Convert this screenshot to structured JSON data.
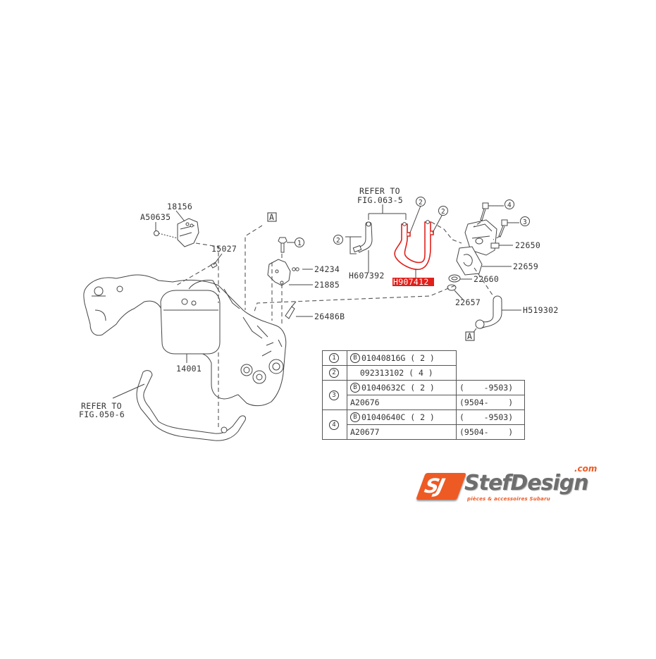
{
  "diagram": {
    "labels": {
      "p18156": "18156",
      "pA50635": "A50635",
      "p15027": "15027",
      "p14001": "14001",
      "p24234": "24234",
      "p21885": "21885",
      "p26486B": "26486B",
      "pH607392": "H607392",
      "pH907412": "H907412",
      "p22650": "22650",
      "p22659": "22659",
      "p22660": "22660",
      "p22657": "22657",
      "pH519302": "H519302",
      "refer1_line1": "REFER TO",
      "refer1_line2": "FIG.063-5",
      "refer2_line1": "REFER TO",
      "refer2_line2": "FIG.050-6",
      "marker_a": "A",
      "callout_1": "1",
      "callout_2": "2",
      "callout_3": "3",
      "callout_4": "4"
    },
    "highlight": {
      "part": "H907412",
      "color": "#e0201c"
    }
  },
  "parts_table": {
    "rows": [
      {
        "key": "1",
        "b": true,
        "part": "01040816G ( 2 )",
        "date": ""
      },
      {
        "key": "2",
        "b": false,
        "part": "092313102 ( 4 )",
        "date": ""
      },
      {
        "key": "3",
        "b": true,
        "part": "01040632C ( 2 )",
        "date": "(    -9503)"
      },
      {
        "key": "",
        "b": false,
        "part": "A20676",
        "date": "(9504-    )"
      },
      {
        "key": "4",
        "b": true,
        "part": "01040640C ( 2 )",
        "date": "(    -9503)"
      },
      {
        "key": "",
        "b": false,
        "part": "A20677",
        "date": "(9504-    )"
      }
    ],
    "b_symbol": "B"
  },
  "logo": {
    "mark": "SJ",
    "name": "StefDesign",
    "domain": ".com",
    "tagline": "pièces & accessoires Subaru",
    "accent_color": "#ee5a24"
  }
}
